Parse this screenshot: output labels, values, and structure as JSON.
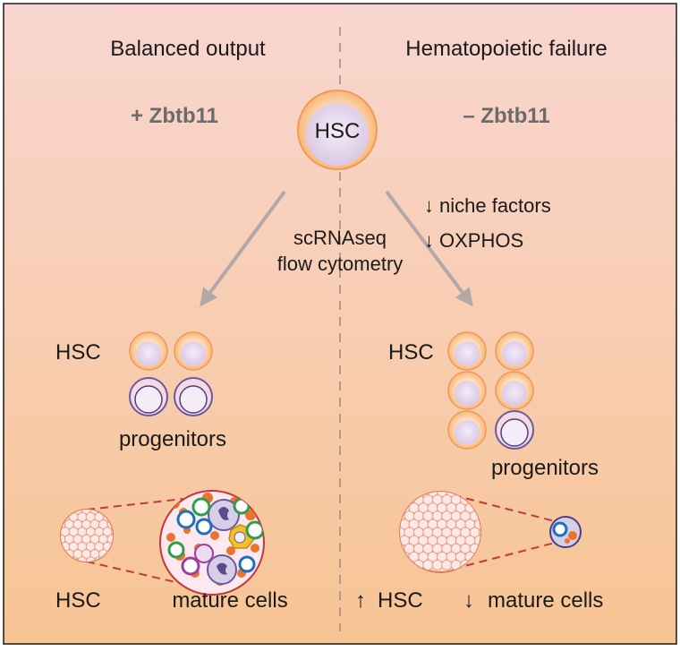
{
  "left_panel": {
    "title": "Balanced output",
    "condition": "+ Zbtb11",
    "hsc_label": "HSC",
    "progenitors_label": "progenitors",
    "bottom_hsc_label": "HSC",
    "mature_label": "mature cells"
  },
  "right_panel": {
    "title": "Hematopoietic failure",
    "condition": "– Zbtb11",
    "effect_1": "niche factors",
    "effect_2": "OXPHOS",
    "hsc_label": "HSC",
    "progenitors_label": "progenitors",
    "bottom_hsc_label": "HSC",
    "mature_label": "mature cells"
  },
  "center": {
    "hsc_label": "HSC",
    "method_1": "scRNAseq",
    "method_2": "flow cytometry"
  },
  "colors": {
    "background_top": "#f8d5cf",
    "background_bottom": "#f7c493",
    "hsc_fill": "#fbd2a6",
    "hsc_ring": "#ef9a57",
    "nucleus": "#e8d8ef",
    "progenitor_ring": "#6a5a9c",
    "arrow_gray": "#b3a7a8",
    "zoom_line": "#c0393b"
  }
}
